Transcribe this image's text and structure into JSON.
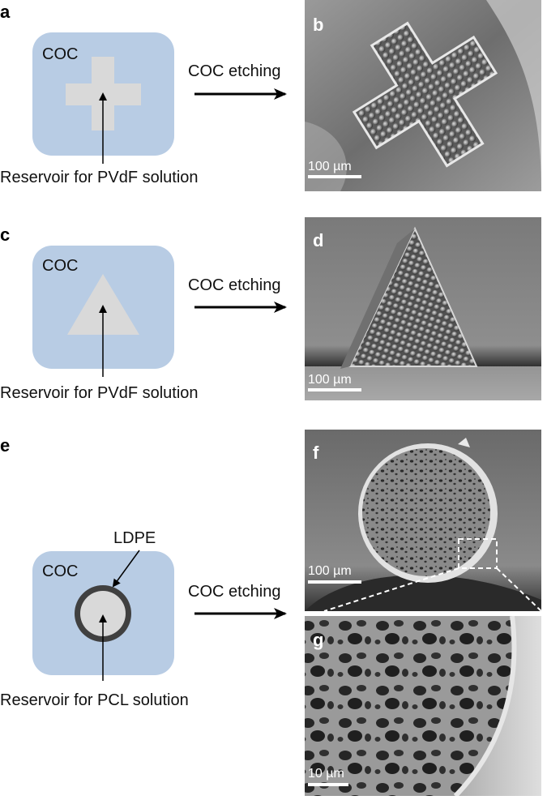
{
  "figure": {
    "panels": {
      "a": "a",
      "b": "b",
      "c": "c",
      "d": "d",
      "e": "e",
      "f": "f",
      "g": "g"
    },
    "row1": {
      "material": "COC",
      "process": "COC etching",
      "reservoir": "Reservoir for PVdF solution",
      "scale": "100 µm",
      "shape": "cross"
    },
    "row2": {
      "material": "COC",
      "process": "COC etching",
      "reservoir": "Reservoir for PVdF solution",
      "scale": "100 µm",
      "shape": "triangle"
    },
    "row3": {
      "material": "COC",
      "liner": "LDPE",
      "process": "COC etching",
      "reservoir": "Reservoir for PCL solution",
      "scale_f": "100 µm",
      "scale_g": "10 µm",
      "shape": "circle"
    },
    "colors": {
      "coc": "#b8cce4",
      "reservoir": "#d9d9d9",
      "ldpe": "#404040",
      "arrow": "#000000"
    }
  }
}
